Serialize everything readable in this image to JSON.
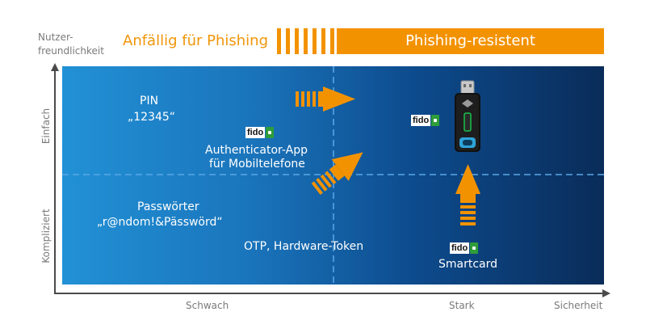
{
  "header": {
    "usability_label": "Nutzer-\nfreundlichkeit",
    "phishing_vulnerable": "Anfällig für Phishing",
    "phishing_resistant": "Phishing-resistent"
  },
  "y_axis": {
    "top": "Einfach",
    "bottom": "Kompliziert"
  },
  "x_axis": {
    "weak": "Schwach",
    "strong": "Stark",
    "title": "Sicherheit"
  },
  "items": {
    "pin": {
      "label": "PIN",
      "example": "„12345“"
    },
    "authenticator": {
      "line1": "Authenticator-App",
      "line2": "für Mobiltelefone"
    },
    "passwords": {
      "label": "Passwörter",
      "example": "„r@ndom!&Pässwörd“"
    },
    "otp": {
      "label": "OTP, Hardware-Token"
    },
    "smartcard": {
      "label": "Smartcard"
    }
  },
  "badges": {
    "fido_text": "fido"
  },
  "colors": {
    "accent_orange": "#f39200",
    "gradient_start": "#2291d6",
    "gradient_end": "#0a2c59",
    "dashed_line": "#5aa8e6"
  }
}
